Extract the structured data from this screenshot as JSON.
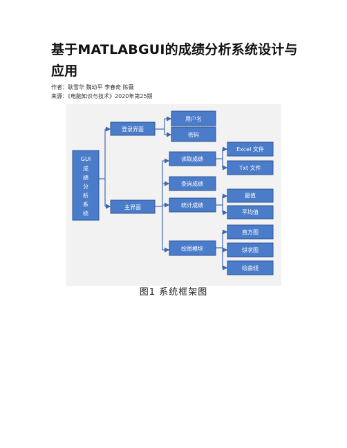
{
  "title": "基于MATLABGUI的成绩分析系统设计与应用",
  "authors": "作者：耿雪华 魏幼平 李春奇 陈薇",
  "source": "来源：《电脑知识与技术》2020年第25期",
  "diagram": {
    "root": "GUI成绩分析系统",
    "login": "登录界面",
    "username": "用户名",
    "password": "密码",
    "main": "主界面",
    "read": "读取成绩",
    "excel": "Excel 文件",
    "txt": "Txt 文件",
    "query": "查询成绩",
    "stats": "统计成绩",
    "max": "最值",
    "avg": "平均值",
    "plot": "绘图模块",
    "hist": "直方图",
    "bar": "饼状图",
    "curve": "绘曲线"
  },
  "caption": "图1   系统框架图",
  "colors": {
    "box_fill": "#4a7cc9",
    "box_stroke": "#2f5597",
    "line": "#3d66b0",
    "bg": "#f2f2f2"
  }
}
